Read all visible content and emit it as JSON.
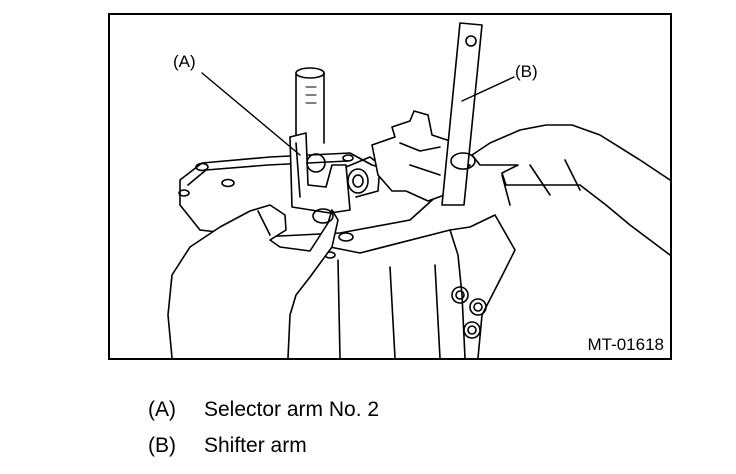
{
  "figure": {
    "id": "MT-01618",
    "callouts": {
      "a": "(A)",
      "b": "(B)"
    }
  },
  "legend": [
    {
      "key": "(A)",
      "text": "Selector arm No. 2"
    },
    {
      "key": "(B)",
      "text": "Shifter arm"
    }
  ]
}
